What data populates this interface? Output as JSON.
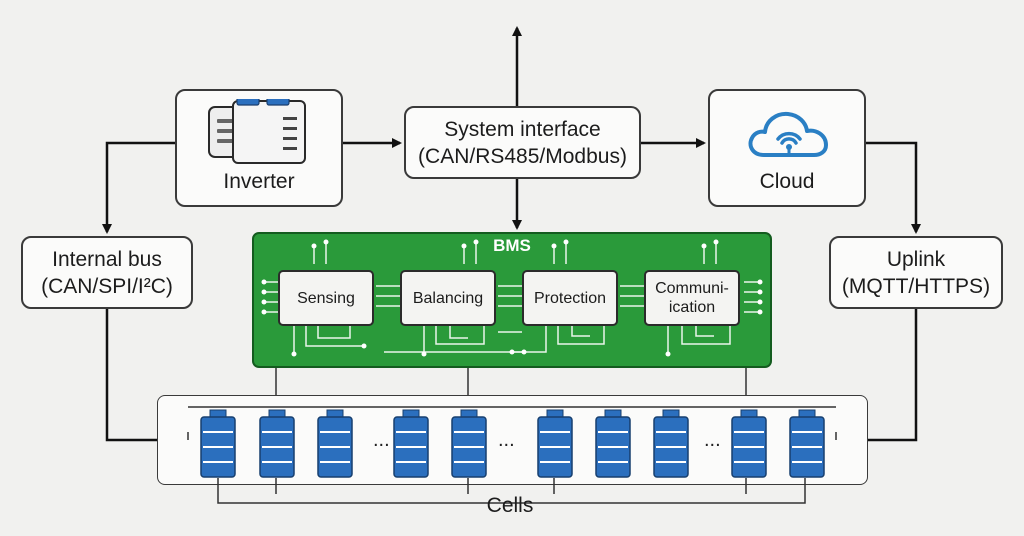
{
  "nodes": {
    "inverter": "Inverter",
    "system_interface": [
      "System interface",
      "(CAN/RS485/Modbus)"
    ],
    "cloud": "Cloud",
    "internal_bus": [
      "Internal bus",
      "(CAN/SPI/I²C)"
    ],
    "uplink": [
      "Uplink",
      "(MQTT/HTTPS)"
    ],
    "cells": "Cells"
  },
  "bms": {
    "title": "BMS",
    "modules": [
      "Sensing",
      "Balancing",
      "Protection",
      "Communi-\nication"
    ]
  },
  "cell_ellipsis": [
    "...",
    "...",
    "..."
  ],
  "colors": {
    "board": "#2a9a3a",
    "cell": "#2b6fbe",
    "cloud_icon": "#2a7fc4",
    "arrow": "#111111"
  },
  "icons": [
    "inverter-icon",
    "cloud-wifi-icon",
    "battery-cell-icon"
  ]
}
